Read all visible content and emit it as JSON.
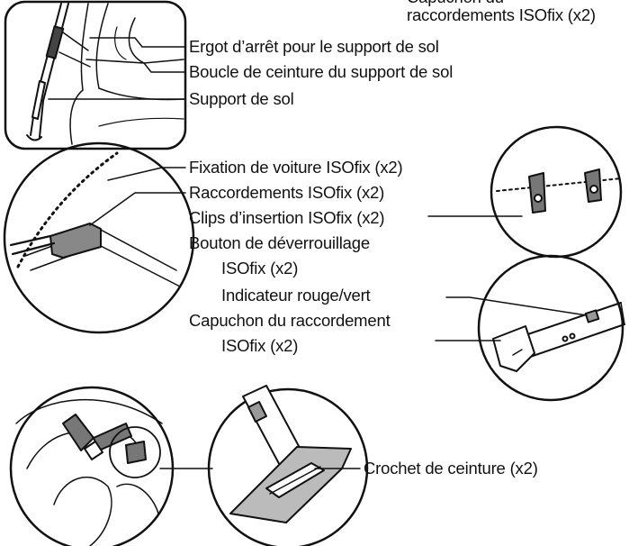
{
  "labels": {
    "top_partial": "Capuchon du",
    "top_isofix_connectors": "raccordements ISOfix (x2)",
    "stop_lug": "Ergot d’arrêt pour le support de sol",
    "floor_support_buckle": "Boucle de ceinture du support de sol",
    "floor_support": "Support de sol",
    "car_isofix_anchor": "Fixation de voiture ISOfix (x2)",
    "isofix_connectors": "Raccordements ISOfix (x2)",
    "isofix_guide_clips": "Clips d’insertion ISOfix (x2)",
    "release_button_line1": "Bouton de déverrouillage",
    "release_button_line2": "ISOfix (x2)",
    "red_green_indicator": "Indicateur rouge/vert",
    "connector_cap_line1": "Capuchon du raccordement",
    "connector_cap_line2": "ISOfix (x2)",
    "belt_hook": "Crochet de ceinture (x2)"
  }
}
